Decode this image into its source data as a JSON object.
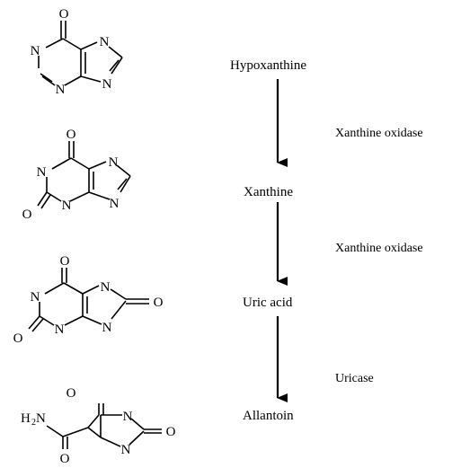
{
  "pathway": {
    "compounds": [
      {
        "name": "Hypoxanthine"
      },
      {
        "name": "Xanthine"
      },
      {
        "name": "Uric acid"
      },
      {
        "name": "Allantoin"
      }
    ],
    "enzymes": [
      {
        "name": "Xanthine oxidase"
      },
      {
        "name": "Xanthine oxidase"
      },
      {
        "name": "Uricase"
      }
    ]
  },
  "atoms": {
    "O": "O",
    "N": "N",
    "H": "H",
    "two": "2"
  }
}
